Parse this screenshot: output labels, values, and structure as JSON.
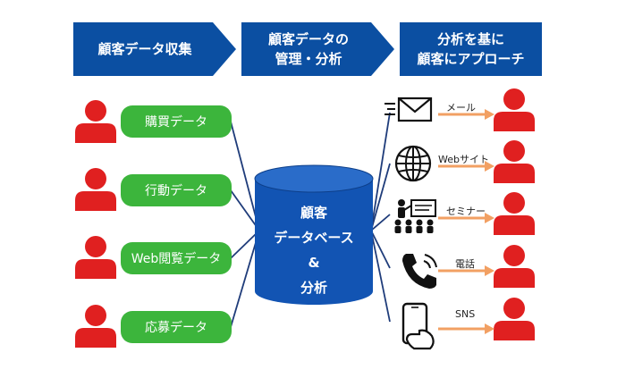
{
  "colors": {
    "header_blue": "#0b4fa2",
    "pill_green": "#3cb53c",
    "person_red": "#e02020",
    "arrow_orange": "#f2a063",
    "line_navy": "#1f3c7a",
    "db_blue": "#1254b3"
  },
  "headers": [
    {
      "line1": "顧客データ収集",
      "line2": ""
    },
    {
      "line1": "顧客データの",
      "line2": "管理・分析"
    },
    {
      "line1": "分析を基に",
      "line2": "顧客にアプローチ"
    }
  ],
  "data_sources": [
    "購買データ",
    "行動データ",
    "Web閲覧データ",
    "応募データ"
  ],
  "database": {
    "line1": "顧客",
    "line2": "データベース",
    "line3": "&",
    "line4": "分析"
  },
  "channels": [
    {
      "label": "メール",
      "icon": "envelope-icon"
    },
    {
      "label": "Webサイト",
      "icon": "globe-icon"
    },
    {
      "label": "セミナー",
      "icon": "seminar-icon"
    },
    {
      "label": "電話",
      "icon": "phone-icon"
    },
    {
      "label": "SNS",
      "icon": "smartphone-icon"
    }
  ]
}
